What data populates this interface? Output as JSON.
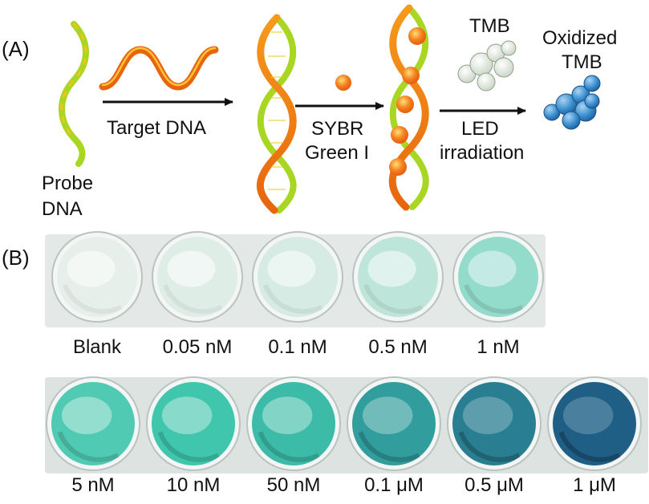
{
  "panel_a": {
    "label": "(A)",
    "probe_label": [
      "Probe",
      "DNA"
    ],
    "arrow1_label": "Target DNA",
    "arrow2_label": [
      "SYBR",
      "Green I"
    ],
    "tmb_label": "TMB",
    "arrow3_label": [
      "LED",
      "irradiation"
    ],
    "oxidized_label": [
      "Oxidized",
      "TMB"
    ]
  },
  "panel_b": {
    "label": "(B)",
    "row1": [
      {
        "label": "Blank",
        "blue_level": 0.0
      },
      {
        "label": "0.05 nM",
        "blue_level": 0.02
      },
      {
        "label": "0.1 nM",
        "blue_level": 0.05
      },
      {
        "label": "0.5 nM",
        "blue_level": 0.12
      },
      {
        "label": "1 nM",
        "blue_level": 0.25
      }
    ],
    "row2": [
      {
        "label": "5 nM",
        "blue_level": 0.45
      },
      {
        "label": "10 nM",
        "blue_level": 0.5
      },
      {
        "label": "50 nM",
        "blue_level": 0.55
      },
      {
        "label": "0.1 μM",
        "blue_level": 0.7
      },
      {
        "label": "0.5 μM",
        "blue_level": 0.85
      },
      {
        "label": "1 μM",
        "blue_level": 1.0
      }
    ]
  },
  "colors": {
    "strand_orange": "#f07a10",
    "strand_green": "#9cd21a",
    "dye_orange": "#f5821f",
    "tmb_white": "#eef2ea",
    "tmb_blue": "#3a8fd0",
    "plate": "#e3e7e6"
  }
}
